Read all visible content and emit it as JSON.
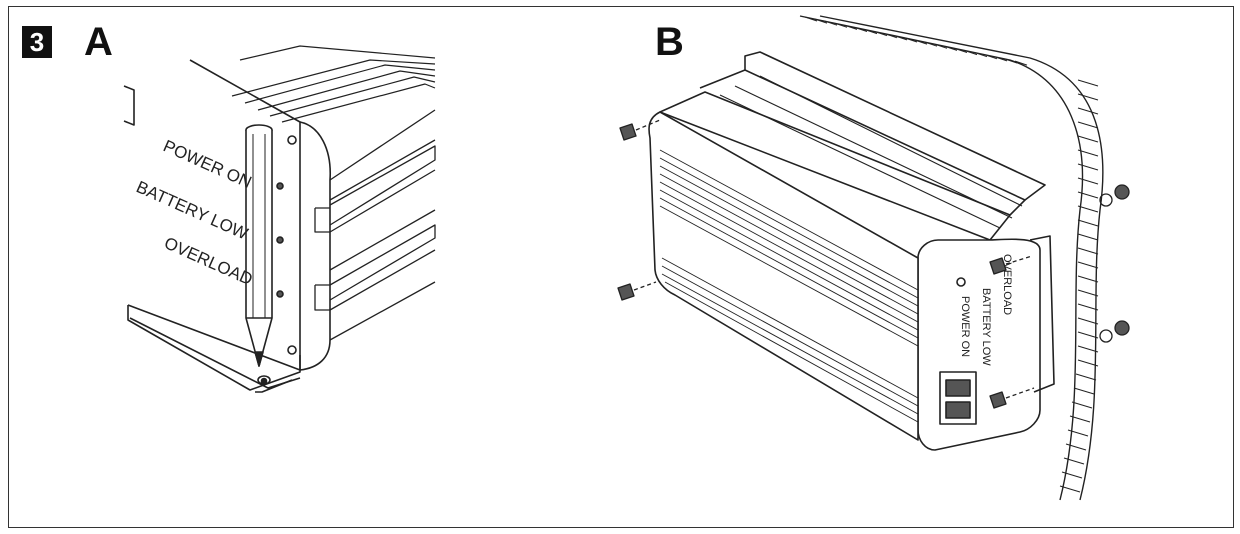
{
  "step_number": "3",
  "panel_a": {
    "letter": "A",
    "labels": [
      "POWER ON",
      "BATTERY LOW",
      "OVERLOAD"
    ]
  },
  "panel_b": {
    "letter": "B",
    "labels": [
      "POWER ON",
      "BATTERY LOW",
      "OVERLOAD"
    ]
  }
}
